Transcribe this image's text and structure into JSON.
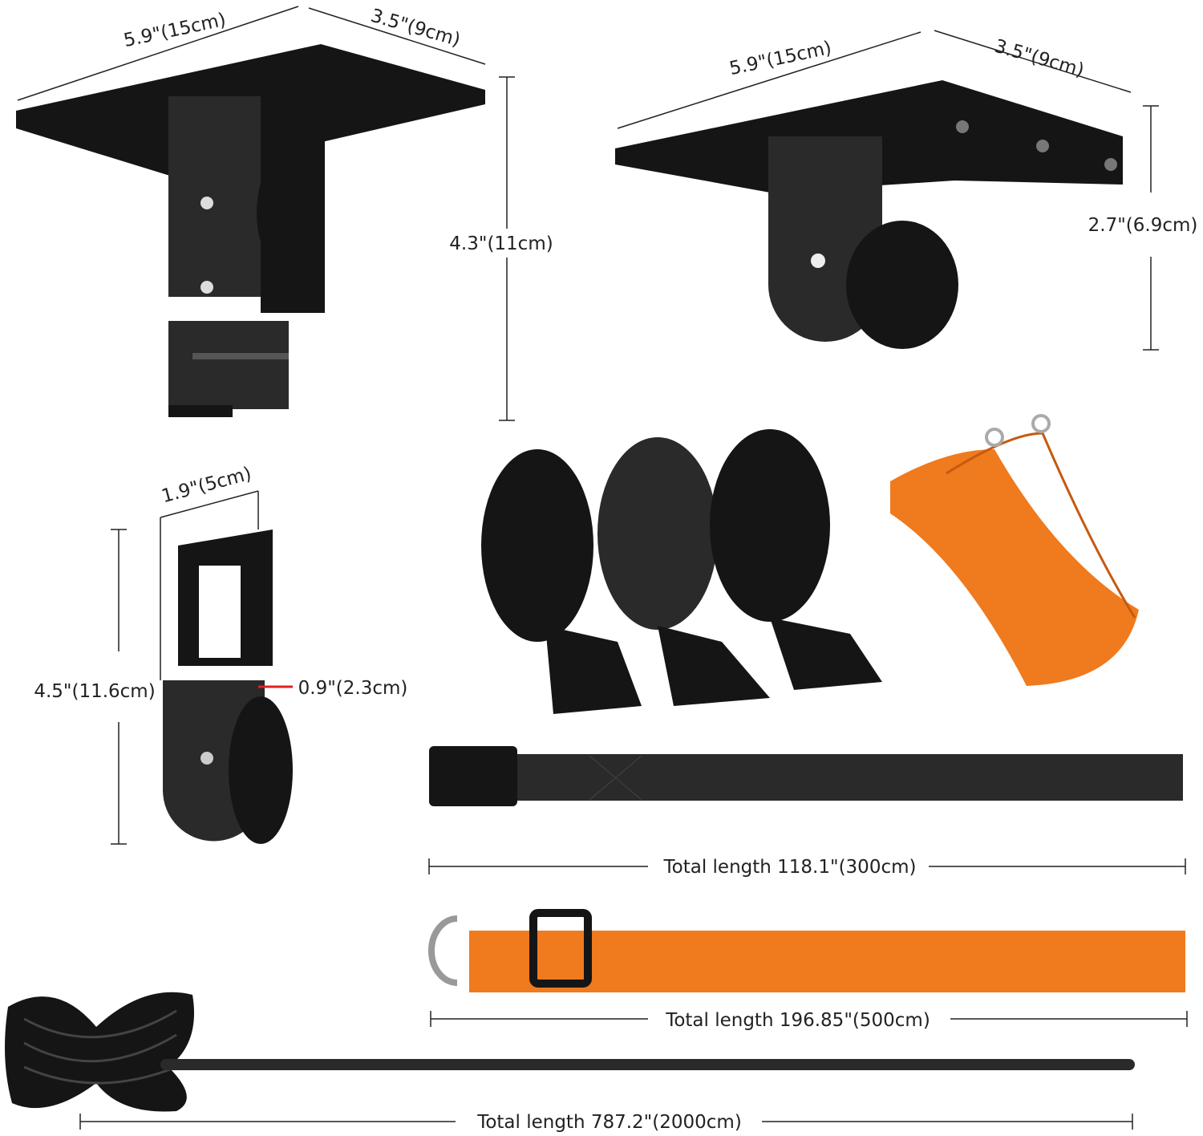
{
  "labels": {
    "bracket1_width": "5.9\"(15cm)",
    "bracket1_depth": "3.5\"(9cm)",
    "bracket1_height": "4.3\"(11cm)",
    "bracket2_width": "5.9\"(15cm)",
    "bracket2_depth": "3.5\"(9cm)",
    "bracket2_height": "2.7\"(6.9cm)",
    "pulley_width": "1.9\"(5cm)",
    "pulley_height": "4.5\"(11.6cm)",
    "pulley_thickness": "0.9\"(2.3cm)",
    "black_strap_length": "Total length 118.1\"(300cm)",
    "orange_strap_length": "Total length 196.85\"(500cm)",
    "rope_length": "Total length 787.2\"(2000cm)"
  },
  "colors": {
    "product_black": "#151515",
    "strap_orange": "#f07a1e",
    "dimension_red": "#e02020"
  }
}
